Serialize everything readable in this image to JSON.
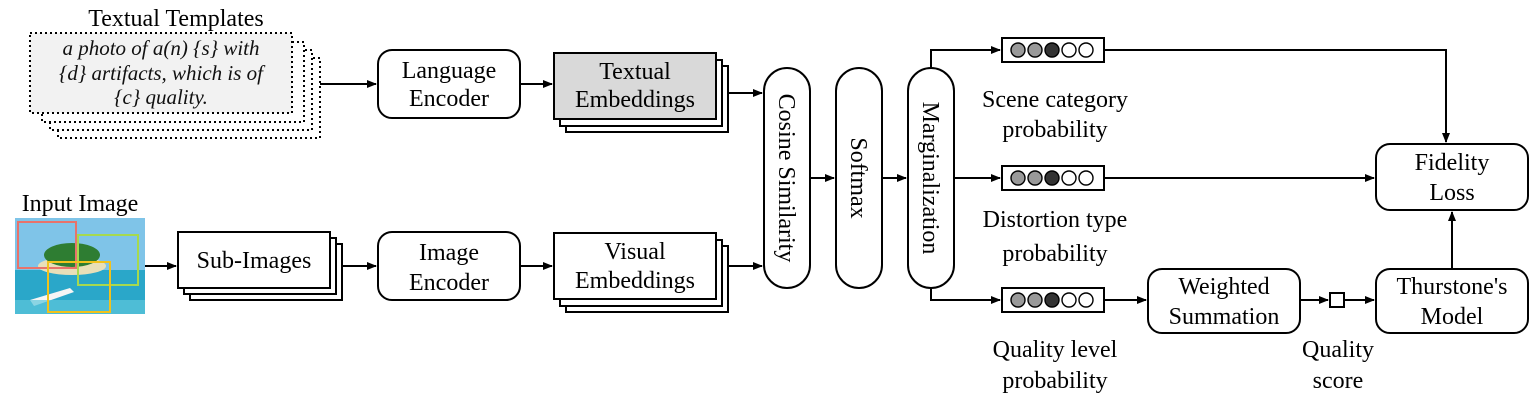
{
  "labels": {
    "textual_templates": "Textual Templates",
    "template_line1": "a photo of a(n) {s} with",
    "template_line2": "{d} artifacts, which is of",
    "template_line3": "{c} quality.",
    "input_image": "Input Image",
    "sub_images": "Sub-Images",
    "language_encoder_1": "Language",
    "language_encoder_2": "Encoder",
    "image_encoder_1": "Image",
    "image_encoder_2": "Encoder",
    "textual_embeddings_1": "Textual",
    "textual_embeddings_2": "Embeddings",
    "visual_embeddings_1": "Visual",
    "visual_embeddings_2": "Embeddings",
    "cosine_similarity": "Cosine Similarity",
    "softmax": "Softmax",
    "marginalization": "Marginalization",
    "scene_prob_1": "Scene category",
    "scene_prob_2": "probability",
    "distortion_prob_1": "Distortion type",
    "distortion_prob_2": "probability",
    "quality_prob_1": "Quality level",
    "quality_prob_2": "probability",
    "weighted_1": "Weighted",
    "weighted_2": "Summation",
    "quality_score_1": "Quality",
    "quality_score_2": "score",
    "thurstone_1": "Thurstone's",
    "thurstone_2": "Model",
    "fidelity_1": "Fidelity",
    "fidelity_2": "Loss"
  },
  "colors": {
    "probability_dark": "#333333",
    "probability_mid": "#999999",
    "probability_empty": "#ffffff",
    "embedding_fill": "#d9d9d9",
    "image_sky": "#7fc4e8",
    "image_sea": "#2aa7c9",
    "box_red": "#e8736b",
    "box_green": "#a6d94f",
    "box_yellow": "#f2c21b"
  }
}
